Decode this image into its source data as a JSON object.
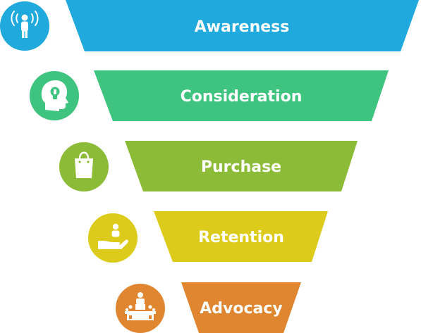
{
  "stages": [
    {
      "label": "Awareness",
      "color": "#1fa9dc",
      "icon": "person-broadcast-icon"
    },
    {
      "label": "Consideration",
      "color": "#3ec47e",
      "icon": "head-lightbulb-icon"
    },
    {
      "label": "Purchase",
      "color": "#8cbc37",
      "icon": "shopping-bag-icon"
    },
    {
      "label": "Retention",
      "color": "#dccb1a",
      "icon": "hand-holding-person-icon"
    },
    {
      "label": "Advocacy",
      "color": "#e08630",
      "icon": "speaker-podium-icon"
    }
  ]
}
